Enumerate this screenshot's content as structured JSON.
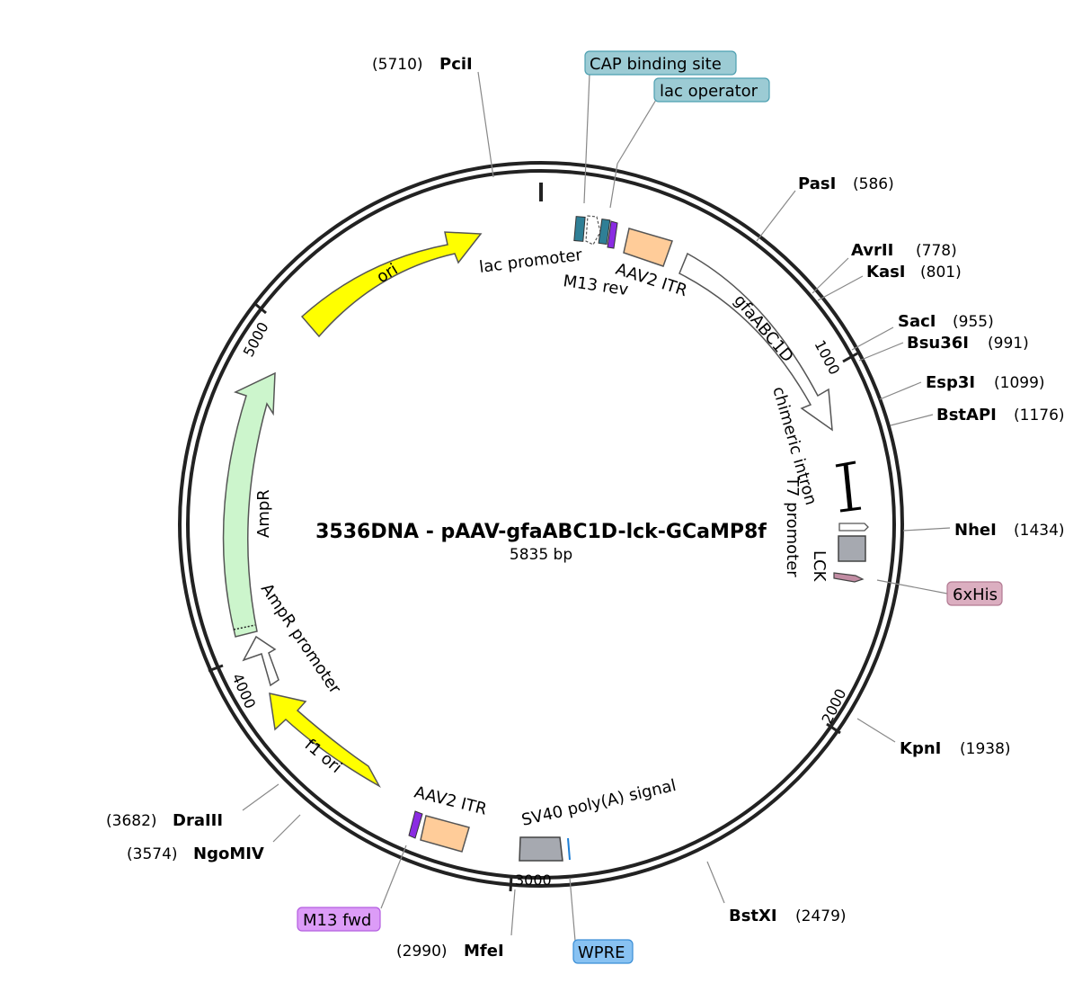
{
  "title": "3536DNA - pAAV-gfaABC1D-lck-GCaMP8f",
  "length_label": "5835 bp",
  "total_bp": 5835,
  "colors": {
    "backbone": "#222222",
    "ori": "#ffff00",
    "ampr": "#ccf5cc",
    "itr": "#ffcc99",
    "gray_feature": "#a6a9b0",
    "his": "#c28ca3",
    "teal": "#2f7f96",
    "purple": "#8a2be2",
    "cap_box": "#9ccbd4",
    "his_box": "#dbaec0",
    "m13_box": "#dc9cf7",
    "wpre_box": "#88c2f2"
  },
  "ticks": [
    {
      "bp": 1000,
      "label": "1000"
    },
    {
      "bp": 2000,
      "label": "2000"
    },
    {
      "bp": 3000,
      "label": "3000"
    },
    {
      "bp": 4000,
      "label": "4000"
    },
    {
      "bp": 5000,
      "label": "5000"
    }
  ],
  "sites": [
    {
      "id": "pcii",
      "name": "PciI",
      "pos": "(5710)",
      "bp": 5710
    },
    {
      "id": "pasi",
      "name": "PasI",
      "pos": "(586)",
      "bp": 586
    },
    {
      "id": "avrii",
      "name": "AvrII",
      "pos": "(778)",
      "bp": 778
    },
    {
      "id": "kasi",
      "name": "KasI",
      "pos": "(801)",
      "bp": 801
    },
    {
      "id": "saci",
      "name": "SacI",
      "pos": "(955)",
      "bp": 955
    },
    {
      "id": "bsu36i",
      "name": "Bsu36I",
      "pos": "(991)",
      "bp": 991
    },
    {
      "id": "esp3i",
      "name": "Esp3I",
      "pos": "(1099)",
      "bp": 1099
    },
    {
      "id": "bstapi",
      "name": "BstAPI",
      "pos": "(1176)",
      "bp": 1176
    },
    {
      "id": "nhei",
      "name": "NheI",
      "pos": "(1434)",
      "bp": 1434
    },
    {
      "id": "kpni",
      "name": "KpnI",
      "pos": "(1938)",
      "bp": 1938
    },
    {
      "id": "bstxi",
      "name": "BstXI",
      "pos": "(2479)",
      "bp": 2479
    },
    {
      "id": "mfei",
      "name": "MfeI",
      "pos": "(2990)",
      "bp": 2990
    },
    {
      "id": "ngomiv",
      "name": "NgoMIV",
      "pos": "(3574)",
      "bp": 3574
    },
    {
      "id": "draiii",
      "name": "DraIII",
      "pos": "(3682)",
      "bp": 3682
    }
  ],
  "features": {
    "ori": "ori",
    "lac_promoter": "lac promoter",
    "m13_rev": "M13 rev",
    "aav2_itr_top": "AAV2 ITR",
    "gfaabc1d": "gfaABC1D",
    "chimeric_intron": "chimeric intron",
    "t7_promoter": "T7 promoter",
    "lck": "LCK",
    "sv40_polya": "SV40 poly(A) signal",
    "aav2_itr_bottom": "AAV2 ITR",
    "f1_ori": "f1 ori",
    "ampr_promoter": "AmpR promoter",
    "ampr": "AmpR"
  },
  "boxed_labels": {
    "cap": "CAP binding site",
    "lac_operator": "lac operator",
    "his": "6xHis",
    "m13_fwd": "M13 fwd",
    "wpre": "WPRE"
  }
}
